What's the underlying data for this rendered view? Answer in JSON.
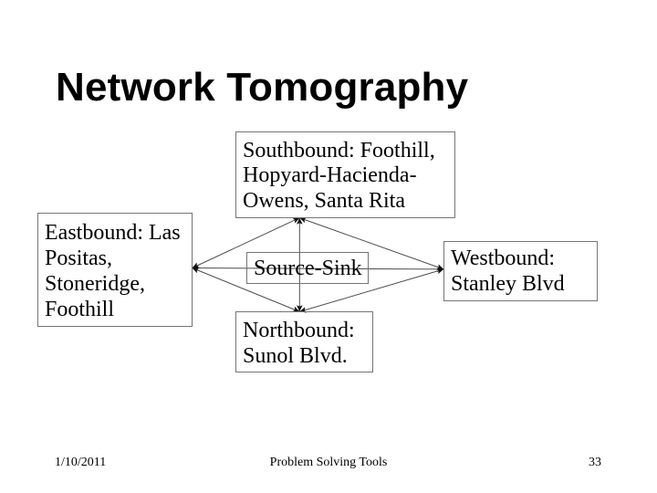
{
  "slide": {
    "title": "Network Tomography",
    "boxes": {
      "south": {
        "lines": [
          "Southbound: Foothill,",
          "Hopyard-Hacienda-",
          "Owens, Santa Rita"
        ]
      },
      "east": {
        "lines": [
          "Eastbound: Las",
          "Positas,",
          "Stoneridge,",
          "Foothill"
        ]
      },
      "center": {
        "lines": [
          "Source-Sink"
        ]
      },
      "west": {
        "lines": [
          "Westbound:",
          "Stanley Blvd"
        ]
      },
      "north": {
        "lines": [
          "Northbound:",
          "Sunol Blvd."
        ]
      }
    },
    "connections": [
      "east-west",
      "south-north",
      "east-south",
      "south-west",
      "west-north",
      "north-east"
    ],
    "footer": {
      "date": "1/10/2011",
      "center": "Problem Solving Tools",
      "page_number": "33"
    },
    "colors": {
      "background": "#ffffff",
      "text": "#000000",
      "box_border": "#757575",
      "arrow_line": "#4d4d4d",
      "arrow_head": "#111111"
    }
  }
}
